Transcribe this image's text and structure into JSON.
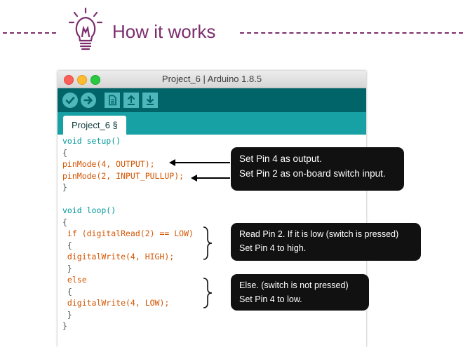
{
  "header": {
    "title": "How it works",
    "icon": "lightbulb-icon",
    "accent_color": "#7b2d6e"
  },
  "window": {
    "title": "Project_6 | Arduino 1.8.5",
    "toolbar": {
      "buttons": [
        "verify-icon",
        "upload-icon",
        "new-icon",
        "open-icon",
        "save-icon"
      ],
      "color": "#006468"
    },
    "tab_label": "Project_6 §"
  },
  "code": [
    "void setup()",
    "{",
    "pinMode(4, OUTPUT);",
    "pinMode(2, INPUT_PULLUP);",
    "}",
    "",
    "void loop()",
    "{",
    " if (digitalRead(2) == LOW)",
    " {",
    " digitalWrite(4, HIGH);",
    " }",
    " else",
    " {",
    " digitalWrite(4, LOW);",
    " }",
    "}"
  ],
  "callouts": {
    "setup": {
      "line1": "Set Pin 4 as output.",
      "line2": "Set Pin 2 as on-board switch input."
    },
    "if_branch": {
      "line1": "Read Pin 2. If it is low (switch is pressed)",
      "line2": "Set Pin 4 to high."
    },
    "else_branch": {
      "line1": "Else. (switch is not pressed)",
      "line2": "Set Pin 4 to low."
    }
  }
}
